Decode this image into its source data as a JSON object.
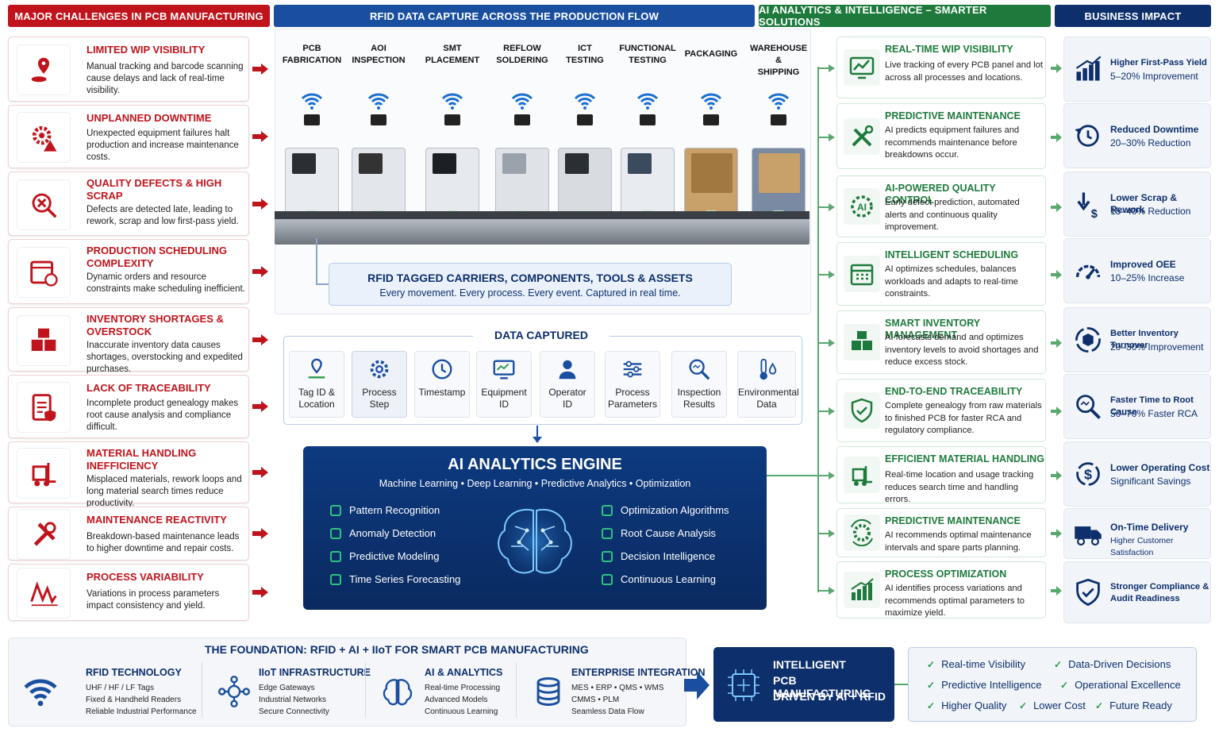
{
  "headers": {
    "challenges": "MAJOR CHALLENGES IN PCB MANUFACTURING",
    "capture": "RFID DATA CAPTURE ACROSS THE PRODUCTION FLOW",
    "ai": "AI ANALYTICS & INTELLIGENCE – SMARTER SOLUTIONS",
    "impact": "BUSINESS IMPACT"
  },
  "challenges": [
    {
      "title": "LIMITED WIP VISIBILITY",
      "desc": "Manual tracking and barcode scanning cause delays and lack of real-time visibility.",
      "icon": "location-person-icon"
    },
    {
      "title": "UNPLANNED DOWNTIME",
      "desc": "Unexpected equipment failures halt production and increase maintenance costs.",
      "icon": "gear-warning-icon"
    },
    {
      "title": "QUALITY DEFECTS & HIGH SCRAP",
      "desc": "Defects are detected late, leading to rework, scrap and low first-pass yield.",
      "icon": "defect-search-icon"
    },
    {
      "title": "PRODUCTION SCHEDULING COMPLEXITY",
      "desc": "Dynamic orders and resource constraints make scheduling inefficient.",
      "icon": "calendar-clock-icon"
    },
    {
      "title": "INVENTORY SHORTAGES & OVERSTOCK",
      "desc": "Inaccurate inventory data causes shortages, overstocking and expedited purchases.",
      "icon": "boxes-icon"
    },
    {
      "title": "LACK OF TRACEABILITY",
      "desc": "Incomplete product genealogy makes root cause analysis and compliance difficult.",
      "icon": "clipboard-shield-icon"
    },
    {
      "title": "MATERIAL HANDLING INEFFICIENCY",
      "desc": "Misplaced materials, rework loops and long material search times reduce productivity.",
      "icon": "forklift-icon"
    },
    {
      "title": "MAINTENANCE REACTIVITY",
      "desc": "Breakdown-based maintenance leads to higher downtime and repair costs.",
      "icon": "wrench-icon"
    },
    {
      "title": "PROCESS VARIABILITY",
      "desc": "Variations in process parameters impact consistency and yield.",
      "icon": "variability-chart-icon"
    }
  ],
  "stations": [
    {
      "line1": "PCB",
      "line2": "FABRICATION"
    },
    {
      "line1": "AOI",
      "line2": "INSPECTION"
    },
    {
      "line1": "SMT",
      "line2": "PLACEMENT"
    },
    {
      "line1": "REFLOW",
      "line2": "SOLDERING"
    },
    {
      "line1": "ICT",
      "line2": "TESTING"
    },
    {
      "line1": "FUNCTIONAL",
      "line2": "TESTING"
    },
    {
      "line1": "PACKAGING",
      "line2": ""
    },
    {
      "line1": "WAREHOUSE &",
      "line2": "SHIPPING"
    }
  ],
  "rfid_box": {
    "title": "RFID TAGGED CARRIERS, COMPONENTS, TOOLS & ASSETS",
    "subtitle": "Every movement. Every process. Every event. Captured in real time."
  },
  "data_captured": {
    "title": "DATA CAPTURED",
    "items": [
      {
        "line1": "Tag ID &",
        "line2": "Location",
        "icon": "tag-location-icon"
      },
      {
        "line1": "Process",
        "line2": "Step",
        "icon": "gear-icon"
      },
      {
        "line1": "Timestamp",
        "line2": "",
        "icon": "clock-icon"
      },
      {
        "line1": "Equipment",
        "line2": "ID",
        "icon": "monitor-icon"
      },
      {
        "line1": "Operator",
        "line2": "ID",
        "icon": "person-icon"
      },
      {
        "line1": "Process",
        "line2": "Parameters",
        "icon": "sliders-icon"
      },
      {
        "line1": "Inspection",
        "line2": "Results",
        "icon": "magnifier-icon"
      },
      {
        "line1": "Environmental",
        "line2": "Data",
        "icon": "thermometer-icon"
      }
    ]
  },
  "engine": {
    "title": "AI ANALYTICS ENGINE",
    "subtitle": "Machine Learning • Deep Learning • Predictive Analytics • Optimization",
    "left": [
      "Pattern Recognition",
      "Anomaly Detection",
      "Predictive Modeling",
      "Time Series Forecasting"
    ],
    "right": [
      "Optimization Algorithms",
      "Root Cause Analysis",
      "Decision Intelligence",
      "Continuous Learning"
    ]
  },
  "solutions": [
    {
      "title": "REAL-TIME WIP VISIBILITY",
      "desc": "Live tracking of every PCB panel and lot across all processes and locations.",
      "icon": "monitor-chart-icon"
    },
    {
      "title": "PREDICTIVE MAINTENANCE",
      "desc": "AI predicts equipment failures and recommends maintenance before breakdowns occur.",
      "icon": "tools-icon"
    },
    {
      "title": "AI-POWERED QUALITY CONTROL",
      "desc": "Early defect prediction, automated alerts and continuous quality improvement.",
      "icon": "ai-gear-icon"
    },
    {
      "title": "INTELLIGENT SCHEDULING",
      "desc": "AI optimizes schedules, balances workloads and adapts to real-time constraints.",
      "icon": "calendar-icon"
    },
    {
      "title": "SMART INVENTORY MANAGEMENT",
      "desc": "AI forecasts demand and optimizes inventory levels to avoid shortages and reduce excess stock.",
      "icon": "cubes-icon"
    },
    {
      "title": "END-TO-END TRACEABILITY",
      "desc": "Complete genealogy from raw materials to finished PCB for faster RCA and regulatory compliance.",
      "icon": "shield-check-icon"
    },
    {
      "title": "EFFICIENT MATERIAL HANDLING",
      "desc": "Real-time location and usage tracking reduces search time and handling errors.",
      "icon": "forklift-icon"
    },
    {
      "title": "PREDICTIVE MAINTENANCE",
      "desc": "AI recommends optimal maintenance intervals and spare parts planning.",
      "icon": "gear-cycle-icon"
    },
    {
      "title": "PROCESS OPTIMIZATION",
      "desc": "AI identifies process variations and recommends optimal parameters to maximize yield.",
      "icon": "bar-growth-icon"
    }
  ],
  "impacts": [
    {
      "title": "Higher First-Pass Yield",
      "desc": "5–20% Improvement",
      "icon": "bar-growth-icon"
    },
    {
      "title": "Reduced Downtime",
      "desc": "20–30% Reduction",
      "icon": "clock-refresh-icon"
    },
    {
      "title": "Lower Scrap & Rework",
      "desc": "15–40% Reduction",
      "icon": "dollar-down-icon"
    },
    {
      "title": "Improved OEE",
      "desc": "10–25% Increase",
      "icon": "gauge-icon"
    },
    {
      "title": "Better Inventory Turnover",
      "desc": "20–30% Improvement",
      "icon": "box-cycle-icon"
    },
    {
      "title": "Faster Time to Root Cause",
      "desc": "50–70% Faster RCA",
      "icon": "magnifier-icon"
    },
    {
      "title": "Lower Operating Cost",
      "desc": "Significant Savings",
      "icon": "dollar-circle-icon"
    },
    {
      "title": "On-Time Delivery",
      "desc": "Higher Customer Satisfaction",
      "icon": "truck-icon"
    },
    {
      "title": "Stronger Compliance & Audit Readiness",
      "desc": "",
      "icon": "shield-check-icon"
    }
  ],
  "foundation": {
    "title": "THE FOUNDATION: RFID + AI + IIoT FOR SMART PCB MANUFACTURING",
    "items": [
      {
        "title": "RFID TECHNOLOGY",
        "lines": [
          "UHF / HF / LF Tags",
          "Fixed & Handheld Readers",
          "Reliable Industrial Performance"
        ],
        "icon": "wifi-icon"
      },
      {
        "title": "IIoT INFRASTRUCTURE",
        "lines": [
          "Edge Gateways",
          "Industrial Networks",
          "Secure Connectivity"
        ],
        "icon": "network-icon"
      },
      {
        "title": "AI & ANALYTICS",
        "lines": [
          "Real-time Processing",
          "Advanced Models",
          "Continuous Learning"
        ],
        "icon": "brain-icon"
      },
      {
        "title": "ENTERPRISE INTEGRATION",
        "lines": [
          "MES • ERP • QMS • WMS",
          "CMMS • PLM",
          "Seamless Data Flow"
        ],
        "icon": "database-icon"
      }
    ]
  },
  "intelligent": {
    "line1": "INTELLIGENT",
    "line2": "PCB MANUFACTURING",
    "line3": "DRIVEN BY AI + RFID"
  },
  "outcomes": [
    "Real-time Visibility",
    "Data-Driven Decisions",
    "Predictive Intelligence",
    "Operational Excellence",
    "Higher Quality",
    "Lower Cost",
    "Future Ready"
  ],
  "colors": {
    "red": "#c0141c",
    "blue": "#0d2f6b",
    "green": "#1e7a3c",
    "accent": "#1a5fb4"
  }
}
